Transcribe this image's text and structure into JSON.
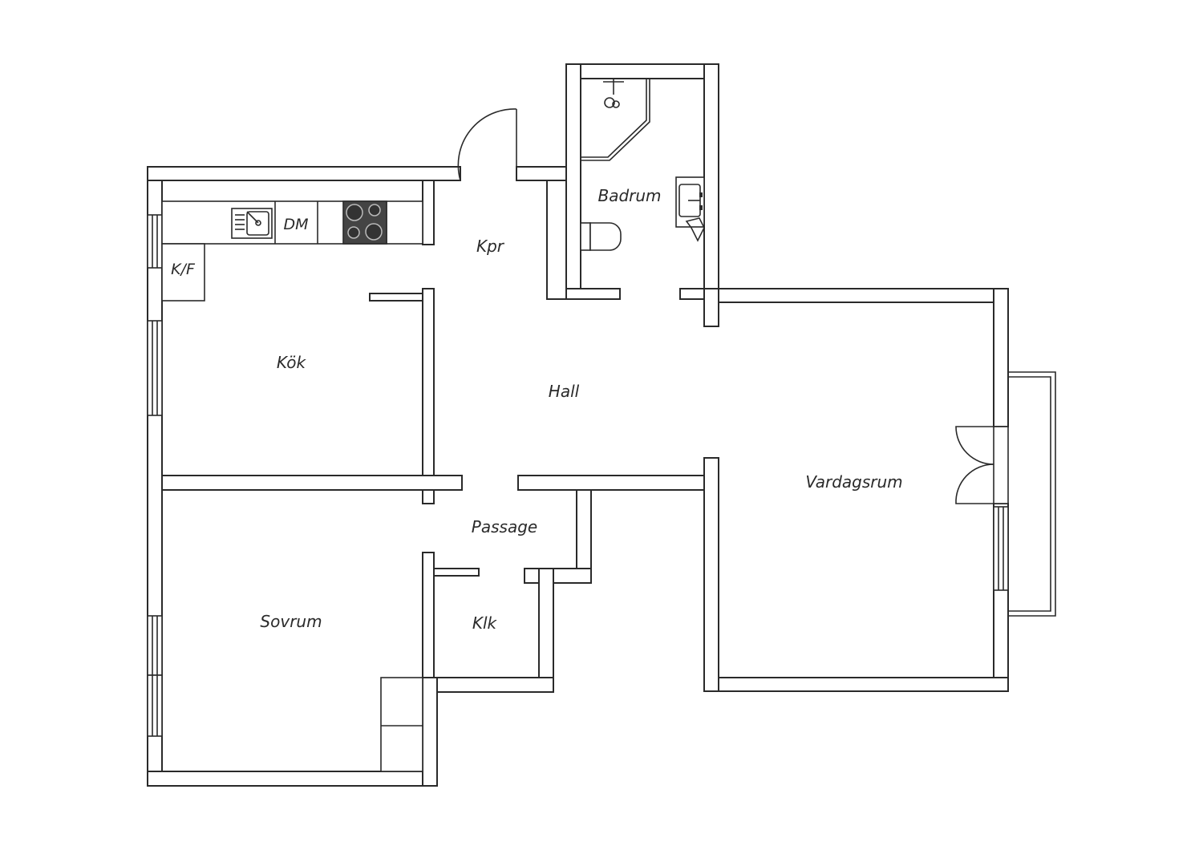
{
  "rooms": {
    "badrum": "Badrum",
    "kpr": "Kpr",
    "kok": "Kök",
    "hall": "Hall",
    "vardagsrum": "Vardagsrum",
    "passage": "Passage",
    "sovrum": "Sovrum",
    "klk": "Klk"
  },
  "fixtures": {
    "dishwasher": "DM",
    "fridge_freezer": "K/F"
  },
  "colors": {
    "line": "#2a2a2a",
    "background": "#ffffff",
    "stove": "#444444"
  }
}
